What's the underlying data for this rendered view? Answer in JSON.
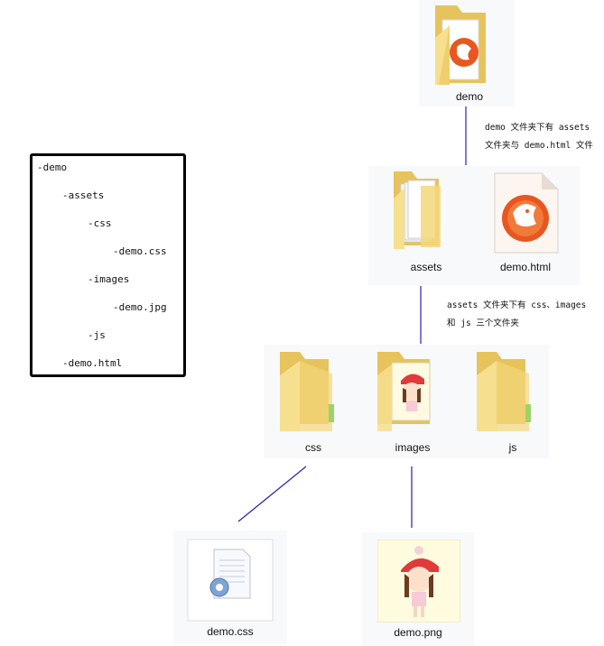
{
  "tree": {
    "lines": [
      "-demo",
      "-assets",
      "-css",
      "-demo.css",
      "-images",
      "-demo.jpg",
      "-js",
      "-demo.html"
    ]
  },
  "nodes": {
    "demo": "demo",
    "assets": "assets",
    "demo_html": "demo.html",
    "css": "css",
    "images": "images",
    "js": "js",
    "demo_css": "demo.css",
    "demo_png": "demo.png"
  },
  "notes": {
    "note1_line1": "demo 文件夹下有 assets",
    "note1_line2": "文件夹与 demo.html 文件",
    "note2_line1": "assets 文件夹下有 css、images",
    "note2_line2": "和 js 三个文件夹"
  },
  "colors": {
    "connector": "#2a1fb0",
    "folder": "#f3d77a",
    "browser_orange": "#e8571f"
  },
  "icons": [
    "folder-icon",
    "browser-icon",
    "document-icon",
    "image-icon",
    "css-file-icon"
  ]
}
